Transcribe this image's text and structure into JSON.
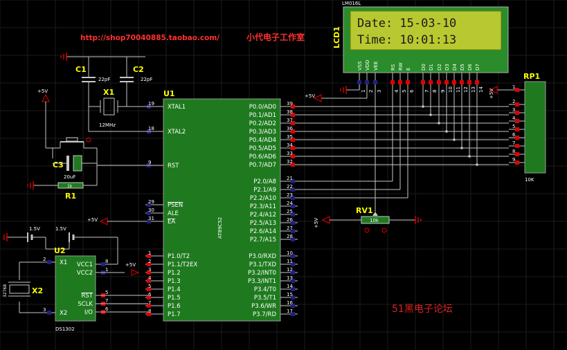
{
  "banner": {
    "url": "http://shop70040885.taobao.com/",
    "shop": "小代电子工作室"
  },
  "watermark": "51黑电子论坛",
  "lcd": {
    "ref": "LCD1",
    "model": "LM016L",
    "line1": "Date: 15-03-10",
    "line2": "Time: 10:01:13",
    "pins": [
      "VSS",
      "VDD",
      "VEE",
      "RS",
      "RW",
      "E",
      "D0",
      "D1",
      "D2",
      "D3",
      "D4",
      "D5",
      "D6",
      "D7"
    ],
    "pin_numbers": [
      "1",
      "2",
      "3",
      "4",
      "5",
      "6",
      "7",
      "8",
      "9",
      "10",
      "11",
      "12",
      "13",
      "14"
    ]
  },
  "mcu": {
    "ref": "U1",
    "part": "AT89C52",
    "left_pins": [
      {
        "num": "19",
        "name": "XTAL1"
      },
      {
        "num": "18",
        "name": "XTAL2"
      },
      {
        "num": "9",
        "name": "RST"
      },
      {
        "num": "29",
        "name": "PSEN"
      },
      {
        "num": "30",
        "name": "ALE"
      },
      {
        "num": "31",
        "name": "EA"
      },
      {
        "num": "1",
        "name": "P1.0/T2"
      },
      {
        "num": "2",
        "name": "P1.1/T2EX"
      },
      {
        "num": "3",
        "name": "P1.2"
      },
      {
        "num": "4",
        "name": "P1.3"
      },
      {
        "num": "5",
        "name": "P1.4"
      },
      {
        "num": "6",
        "name": "P1.5"
      },
      {
        "num": "7",
        "name": "P1.6"
      },
      {
        "num": "8",
        "name": "P1.7"
      }
    ],
    "right_pins": [
      {
        "num": "39",
        "name": "P0.0/AD0"
      },
      {
        "num": "38",
        "name": "P0.1/AD1"
      },
      {
        "num": "37",
        "name": "P0.2/AD2"
      },
      {
        "num": "36",
        "name": "P0.3/AD3"
      },
      {
        "num": "35",
        "name": "P0.4/AD4"
      },
      {
        "num": "34",
        "name": "P0.5/AD5"
      },
      {
        "num": "33",
        "name": "P0.6/AD6"
      },
      {
        "num": "32",
        "name": "P0.7/AD7"
      },
      {
        "num": "21",
        "name": "P2.0/A8"
      },
      {
        "num": "22",
        "name": "P2.1/A9"
      },
      {
        "num": "23",
        "name": "P2.2/A10"
      },
      {
        "num": "24",
        "name": "P2.3/A11"
      },
      {
        "num": "25",
        "name": "P2.4/A12"
      },
      {
        "num": "26",
        "name": "P2.5/A13"
      },
      {
        "num": "27",
        "name": "P2.6/A14"
      },
      {
        "num": "28",
        "name": "P2.7/A15"
      },
      {
        "num": "10",
        "name": "P3.0/RXD"
      },
      {
        "num": "11",
        "name": "P3.1/TXD"
      },
      {
        "num": "12",
        "name": "P3.2/INT0"
      },
      {
        "num": "13",
        "name": "P3.3/INT1"
      },
      {
        "num": "14",
        "name": "P3.4/T0"
      },
      {
        "num": "15",
        "name": "P3.5/T1"
      },
      {
        "num": "16",
        "name": "P3.6/WR"
      },
      {
        "num": "17",
        "name": "P3.7/RD"
      }
    ]
  },
  "rtc": {
    "ref": "U2",
    "part": "DS1302",
    "left_pins": [
      {
        "num": "2",
        "name": "X1"
      },
      {
        "num": "3",
        "name": "X2"
      }
    ],
    "right_pins": [
      {
        "num": "8",
        "name": "VCC1"
      },
      {
        "num": "1",
        "name": "VCC2"
      },
      {
        "num": "5",
        "name": "RST"
      },
      {
        "num": "7",
        "name": "SCLK"
      },
      {
        "num": "6",
        "name": "I/O"
      }
    ]
  },
  "parts": {
    "c1": {
      "ref": "C1",
      "value": "22pF"
    },
    "c2": {
      "ref": "C2",
      "value": "22pF"
    },
    "c3": {
      "ref": "C3",
      "value": "20uF"
    },
    "x1": {
      "ref": "X1",
      "value": "12MHz"
    },
    "x2": {
      "ref": "X2",
      "value": "32768"
    },
    "r1": {
      "ref": "R1",
      "value": "1k"
    },
    "rv1": {
      "ref": "RV1",
      "value": "10k"
    },
    "rp1": {
      "ref": "RP1",
      "value": "10K",
      "pins": [
        "1",
        "2",
        "3",
        "4",
        "5",
        "6",
        "7",
        "8",
        "9"
      ]
    },
    "bat1": "1.5V",
    "bat2": "1.5V"
  },
  "power": {
    "vcc": "+5V"
  },
  "colors": {
    "background": "#000000",
    "lcd_screen": "#b8c830",
    "chip_fill": "#1f7a1f",
    "power_red": "#e00000",
    "label_yellow": "#ffff00"
  }
}
